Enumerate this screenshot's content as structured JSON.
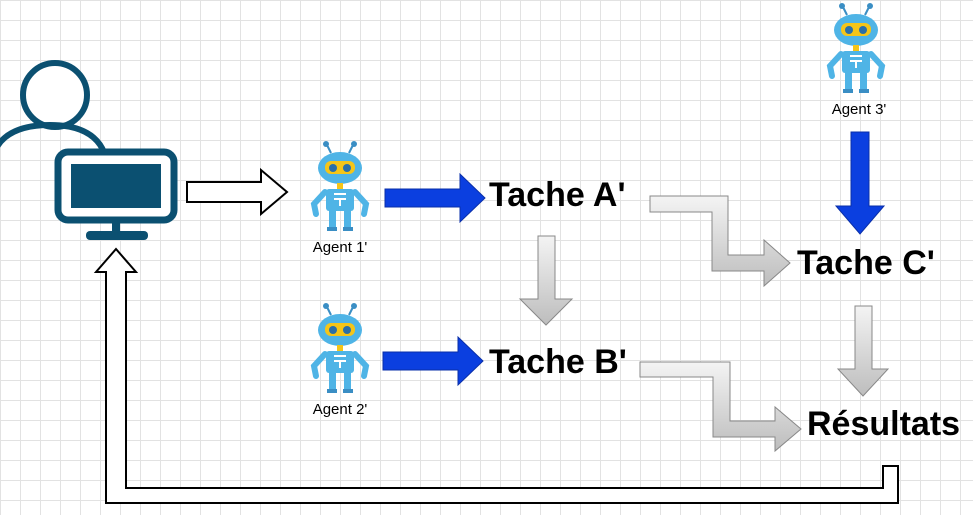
{
  "user": {
    "icon": "user-computer-icon",
    "color": "#0b5071"
  },
  "agents": [
    {
      "label": "Agent 1'",
      "icon": "robot-icon"
    },
    {
      "label": "Agent 2'",
      "icon": "robot-icon"
    },
    {
      "label": "Agent 3'",
      "icon": "robot-icon"
    }
  ],
  "tasks": {
    "a": "Tache A'",
    "b": "Tache B'",
    "c": "Tache C'",
    "results": "Résultats"
  },
  "colors": {
    "agent_arrow": "#0b3fe0",
    "flow_arrow": "#c8c8c8",
    "robot_head": "#4fb4e6",
    "robot_eyes": "#f5c518"
  }
}
